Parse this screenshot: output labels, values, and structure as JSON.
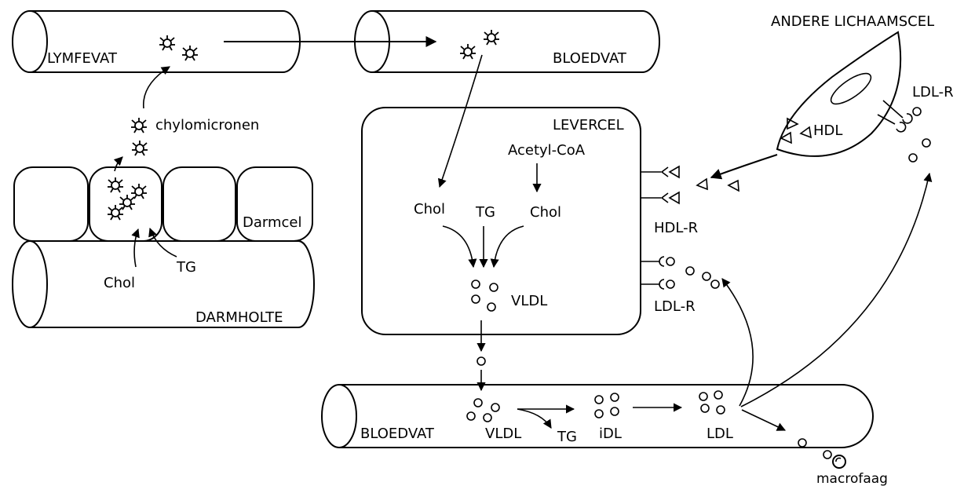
{
  "labels": {
    "lymfevat": "LYMFEVAT",
    "bloedvat_top": "BLOEDVAT",
    "andere_lichaamscel": "ANDERE LICHAAMSCEL",
    "ldl_r_cell": "LDL-R",
    "hdl_cell": "HDL",
    "levercel": "LEVERCEL",
    "acetyl_coa": "Acetyl-CoA",
    "chol_left": "Chol",
    "tg_center": "TG",
    "chol_right": "Chol",
    "vldl_liver": "VLDL",
    "hdl_r": "HDL-R",
    "ldl_r_liver": "LDL-R",
    "chylomicronen": "chylomicronen",
    "darmcel": "Darmcel",
    "chol_darm": "Chol",
    "tg_darm": "TG",
    "darmholte": "DARMHOLTE",
    "bloedvat_bottom": "BLOEDVAT",
    "vldl_blood": "VLDL",
    "tg_blood": "TG",
    "idl": "iDL",
    "ldl": "LDL",
    "macrofaag": "macrofaag"
  }
}
